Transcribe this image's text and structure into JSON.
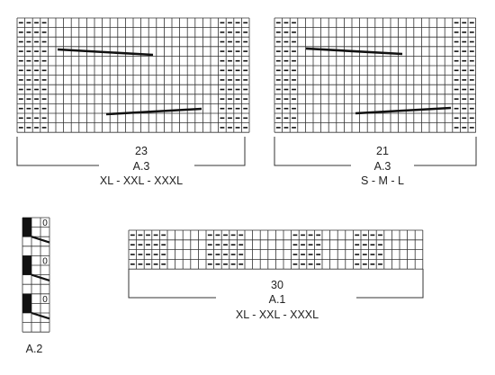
{
  "charts": [
    {
      "id": "a3-large",
      "width_label": "23",
      "name": "A.3",
      "sizes": "XL - XXL - XXXL"
    },
    {
      "id": "a3-small",
      "width_label": "21",
      "name": "A.3",
      "sizes": "S - M - L"
    },
    {
      "id": "a1",
      "width_label": "30",
      "name": "A.1",
      "sizes": "XL - XXL - XXXL"
    },
    {
      "id": "a2",
      "name": "A.2",
      "symbol": "0"
    }
  ],
  "colors": {
    "grid": "#333333",
    "symbol": "#111111",
    "text": "#222222",
    "background": "#ffffff"
  }
}
